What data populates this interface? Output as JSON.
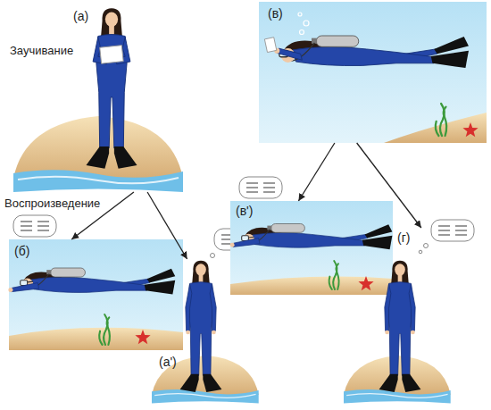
{
  "diagram": {
    "nodes": [
      {
        "text": [
          "(а)"
        ]
      },
      {
        "text": [
          "(в)"
        ]
      },
      {
        "text": [
          "(б)"
        ]
      },
      {
        "text": [
          "(а')"
        ]
      },
      {
        "text": [
          "(в')"
        ]
      },
      {
        "text": [
          "(г)"
        ]
      }
    ],
    "edges": [
      {
        "from": 0,
        "to": 2,
        "arrow": "to"
      },
      {
        "from": 0,
        "to": 3,
        "arrow": "to"
      },
      {
        "from": 1,
        "to": 4,
        "arrow": "to"
      },
      {
        "from": 1,
        "to": 5,
        "arrow": "to"
      }
    ],
    "labels": [
      "Заучивание",
      "Воспроизведение"
    ]
  }
}
